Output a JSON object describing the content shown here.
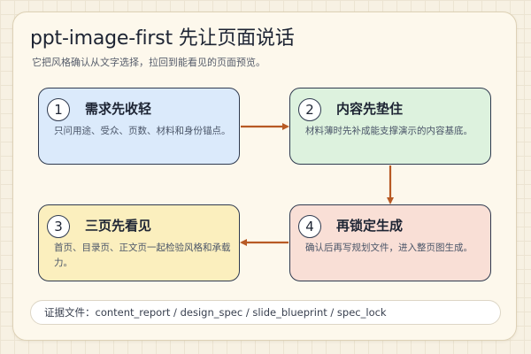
{
  "header": {
    "title": "ppt-image-first 先让页面说话",
    "subtitle": "它把风格确认从文字选择，拉回到能看见的页面预览。"
  },
  "steps": [
    {
      "number": "1",
      "title": "需求先收轻",
      "description": "只问用途、受众、页数、材料和身份锚点。"
    },
    {
      "number": "2",
      "title": "内容先垫住",
      "description": "材料薄时先补成能支撑演示的内容基底。"
    },
    {
      "number": "3",
      "title": "三页先看见",
      "description": "首页、目录页、正文页一起检验风格和承载力。"
    },
    {
      "number": "4",
      "title": "再锁定生成",
      "description": "确认后再写规划文件，进入整页图生成。"
    }
  ],
  "footer": {
    "evidence": "证据文件：content_report / design_spec / slide_blueprint / spec_lock"
  },
  "colors": {
    "arrow": "#b85a24",
    "step1_fill": "#dbeafb",
    "step2_fill": "#ddf2de",
    "step3_fill": "#fbefbe",
    "step4_fill": "#f9dfd6",
    "border": "#2f3a4f"
  }
}
